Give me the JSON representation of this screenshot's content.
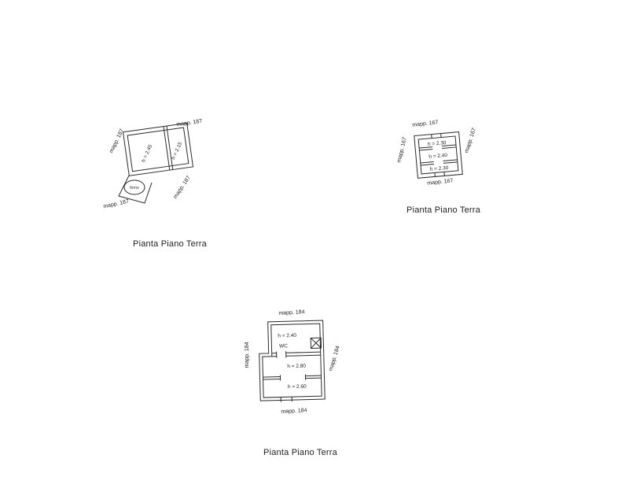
{
  "document": {
    "background": "#ffffff",
    "ink": "#2b2b2b"
  },
  "plan_top_left": {
    "caption": "Pianta Piano Terra",
    "mapp_top": "mapp. 187",
    "mapp_left": "mapp. 187",
    "mapp_bottom_right": "mapp. 187",
    "mapp_bottom_left": "mapp. 187",
    "h_room_main": "h = 2.45",
    "h_room_side": "h = 2.15",
    "oven_label": "forno"
  },
  "plan_top_right": {
    "caption": "Pianta Piano Terra",
    "mapp_top": "mapp. 167",
    "mapp_left": "mapp. 167",
    "mapp_right": "mapp. 167",
    "mapp_bottom": "mapp. 167",
    "h_room_top": "h = 2.30",
    "h_room_middle": "h = 2.40",
    "h_room_bottom": "h = 2.30"
  },
  "plan_bottom": {
    "caption": "Pianta Piano Terra",
    "mapp_top": "mapp. 184",
    "mapp_left": "mapp. 184",
    "mapp_right": "mapp. 184",
    "mapp_bottom": "mapp. 184",
    "h_room_top": "h = 2.40",
    "wc_label": "WC",
    "h_room_main": "h = 2.80",
    "h_room_bottom": "h = 2.60"
  }
}
